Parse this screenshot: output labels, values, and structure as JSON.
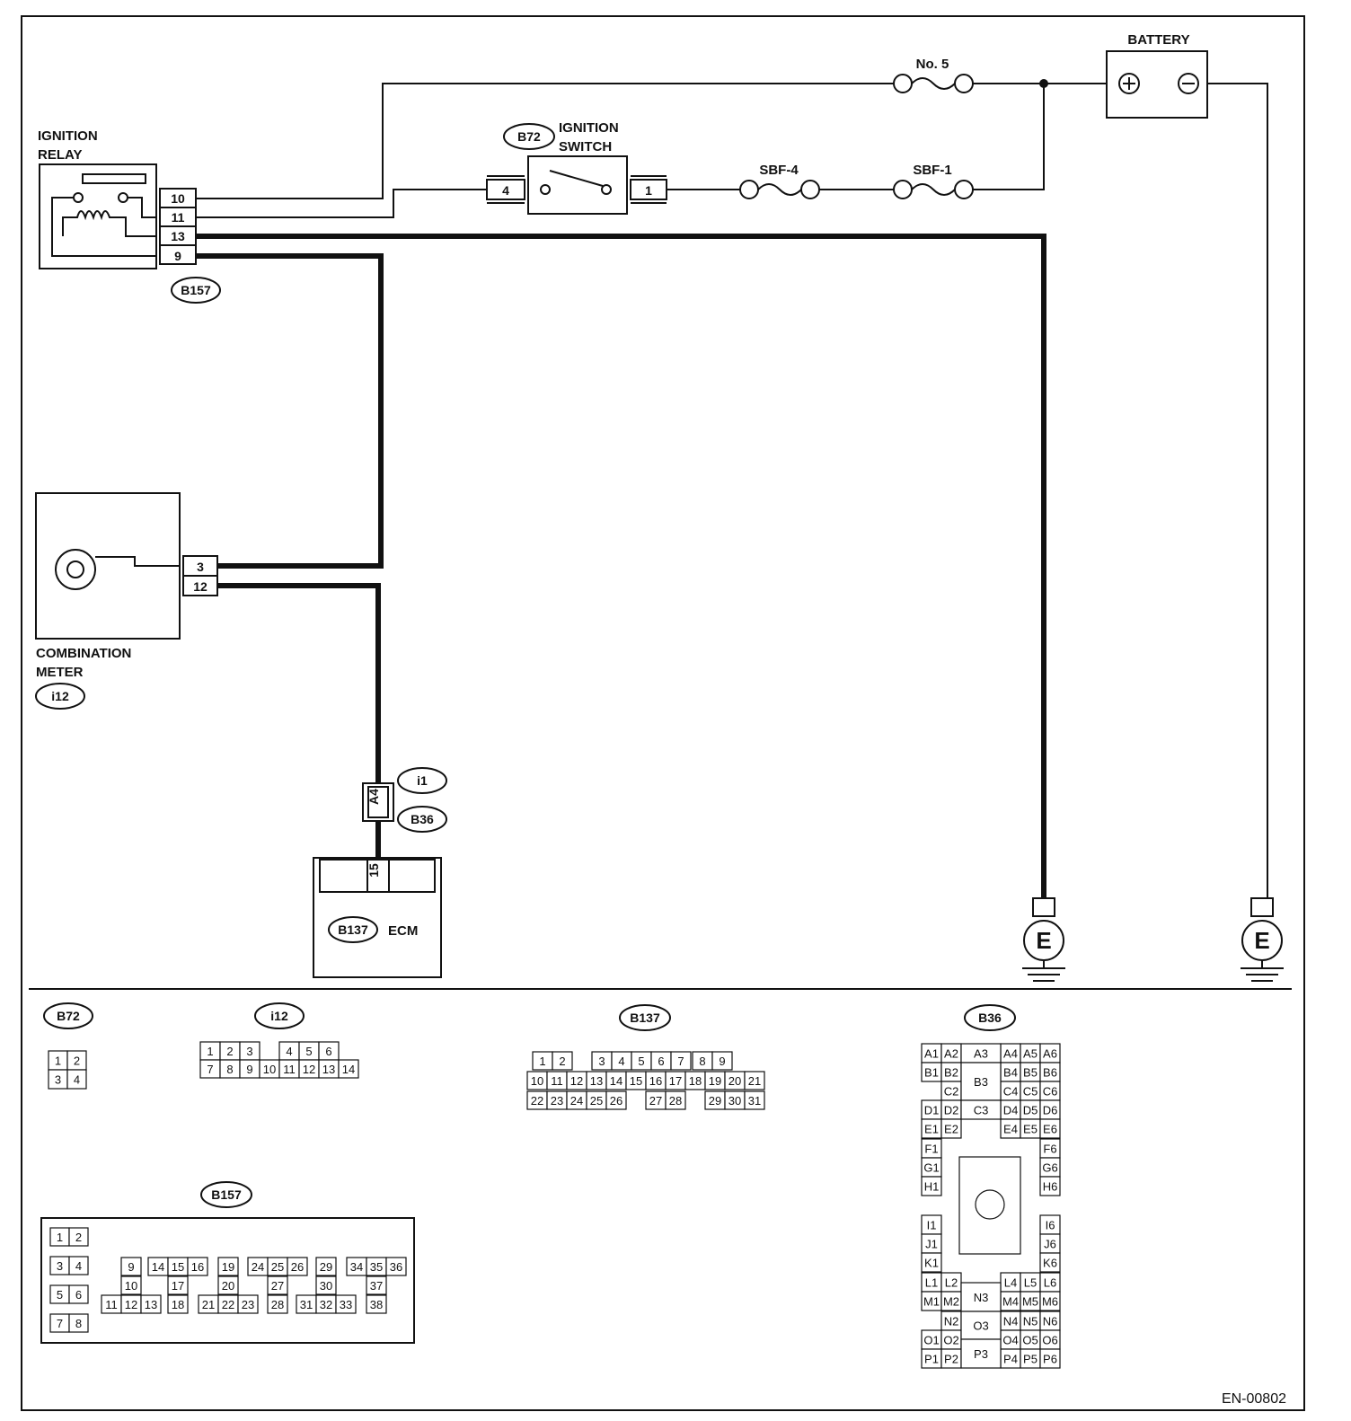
{
  "relay": {
    "title1": "IGNITION",
    "title2": "RELAY",
    "conn": "B157",
    "pins": [
      "10",
      "11",
      "13",
      "9"
    ]
  },
  "battery": {
    "title": "BATTERY"
  },
  "fuse_no5": {
    "label": "No. 5"
  },
  "ign_switch": {
    "conn": "B72",
    "title1": "IGNITION",
    "title2": "SWITCH",
    "pin_left": "4",
    "pin_right": "1"
  },
  "sbf4": {
    "label": "SBF-4"
  },
  "sbf1": {
    "label": "SBF-1"
  },
  "meter": {
    "title1": "COMBINATION",
    "title2": "METER",
    "conn": "i12",
    "pins": [
      "3",
      "12"
    ]
  },
  "joint": {
    "pin": "A4",
    "conn_top": "i1",
    "conn_bottom": "B36"
  },
  "ecm": {
    "conn": "B137",
    "title": "ECM",
    "pin": "15"
  },
  "ground": {
    "symbol": "E"
  },
  "connectors": {
    "b72": {
      "name": "B72",
      "rows": [
        [
          "1",
          "2"
        ],
        [
          "3",
          "4"
        ]
      ]
    },
    "i12": {
      "name": "i12",
      "row1": [
        "1",
        "2",
        "3",
        "",
        "4",
        "5",
        "6"
      ],
      "row2": [
        "7",
        "8",
        "9",
        "10",
        "11",
        "12",
        "13",
        "14"
      ]
    },
    "b137": {
      "name": "B137",
      "row1": [
        "1",
        "2",
        "",
        "3",
        "4",
        "5",
        "6",
        "7",
        "8",
        "9"
      ],
      "row2": [
        "10",
        "11",
        "12",
        "13",
        "14",
        "15",
        "16",
        "17",
        "18",
        "19",
        "20",
        "21"
      ],
      "row3": [
        "22",
        "23",
        "24",
        "25",
        "26",
        "",
        "27",
        "28",
        "",
        "29",
        "30",
        "31"
      ]
    },
    "b157": {
      "name": "B157",
      "left": [
        "1",
        "2",
        "3",
        "4",
        "5",
        "6",
        "7",
        "8"
      ],
      "r1": [
        "9",
        "14",
        "15",
        "16",
        "19",
        "24",
        "25",
        "26",
        "29",
        "34",
        "35",
        "36"
      ],
      "r2": [
        "10",
        "17",
        "20",
        "27",
        "30",
        "37"
      ],
      "r3": [
        "11",
        "12",
        "13",
        "18",
        "21",
        "22",
        "23",
        "28",
        "31",
        "32",
        "33",
        "38"
      ]
    },
    "b36": {
      "name": "B36",
      "left": [
        "A1",
        "A2",
        "B1",
        "B2",
        "C2",
        "D1",
        "D2",
        "E1",
        "E2",
        "F1",
        "G1",
        "H1",
        "I1",
        "J1",
        "K1",
        "L1",
        "L2",
        "M1",
        "M2",
        "N2",
        "O1",
        "O2",
        "P1",
        "P2"
      ],
      "center": [
        "A3",
        "B3",
        "C3",
        "N3",
        "O3",
        "P3"
      ],
      "right": [
        "A4",
        "A5",
        "A6",
        "B4",
        "B5",
        "B6",
        "C4",
        "C5",
        "C6",
        "D4",
        "D5",
        "D6",
        "E4",
        "E5",
        "E6",
        "F6",
        "G6",
        "H6",
        "I6",
        "J6",
        "K6",
        "L4",
        "L5",
        "L6",
        "M4",
        "M5",
        "M6",
        "N4",
        "N5",
        "N6",
        "O4",
        "O5",
        "O6",
        "P4",
        "P5",
        "P6"
      ]
    }
  },
  "figure_id": "EN-00802"
}
